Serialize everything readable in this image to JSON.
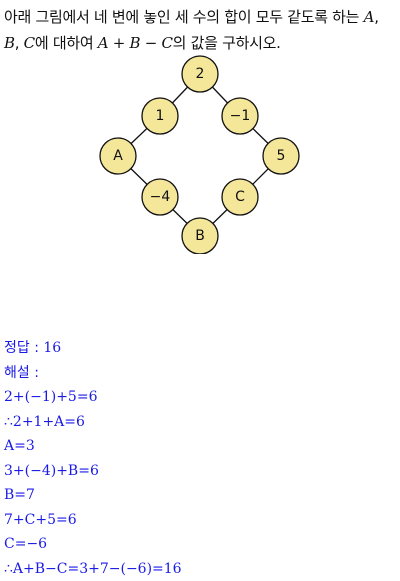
{
  "question": {
    "part1": "아래 그림에서 네 변에 놓인 세 수의 합이 모두 같도록 하는 ",
    "var_a": "A",
    "sep1": ",",
    "var_b": "B",
    "sep2": ", ",
    "var_c": "C",
    "part2": "에 대하여 ",
    "expr": "A + B − C",
    "part3": "의 값을 구하시오."
  },
  "diagram": {
    "node_colors": {
      "fill": "#f5e79a",
      "stroke": "#111111"
    },
    "nodes": {
      "top": "2",
      "upper_left": "1",
      "upper_right": "−1",
      "left": "A",
      "right": "5",
      "lower_left": "−4",
      "lower_right": "C",
      "bottom": "B"
    }
  },
  "answer": {
    "label_answer": "정답 :",
    "answer_value": "16",
    "label_solution": "해설 :",
    "lines": [
      "2+(−1)+5=6",
      "∴2+1+A=6",
      "A=3",
      "3+(−4)+B=6",
      "B=7",
      "7+C+5=6",
      "C=−6",
      "∴A+B−C=3+7−(−6)=16"
    ]
  }
}
